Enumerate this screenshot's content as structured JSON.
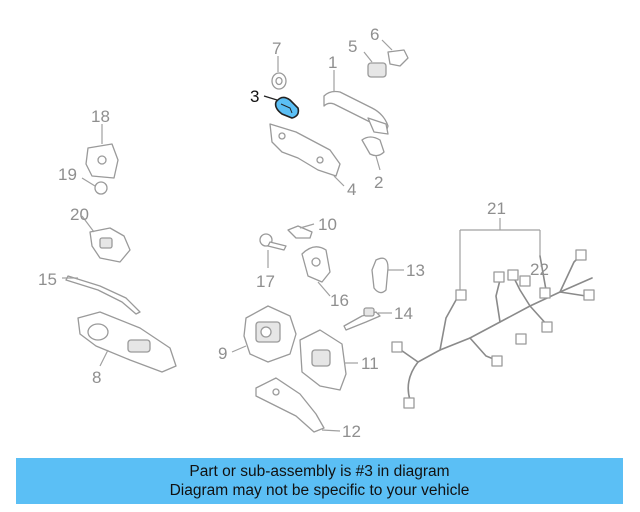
{
  "colors": {
    "highlight": "#5bbff5",
    "banner_bg": "#5bbff5",
    "part_stroke": "#9a9a9a",
    "label_gray": "#8f8f8f",
    "highlight_label": "#111111"
  },
  "diagram": {
    "highlighted_part": "3",
    "callouts": {
      "p1": "1",
      "p2": "2",
      "p3": "3",
      "p4": "4",
      "p5": "5",
      "p6": "6",
      "p7": "7",
      "p8": "8",
      "p9": "9",
      "p10": "10",
      "p11": "11",
      "p12": "12",
      "p13": "13",
      "p14": "14",
      "p15": "15",
      "p16": "16",
      "p17": "17",
      "p18": "18",
      "p19": "19",
      "p20": "20",
      "p21": "21",
      "p22": "22"
    }
  },
  "banner": {
    "line1": "Part or sub-assembly is #3 in diagram",
    "line2": "Diagram may not be specific to your vehicle"
  }
}
